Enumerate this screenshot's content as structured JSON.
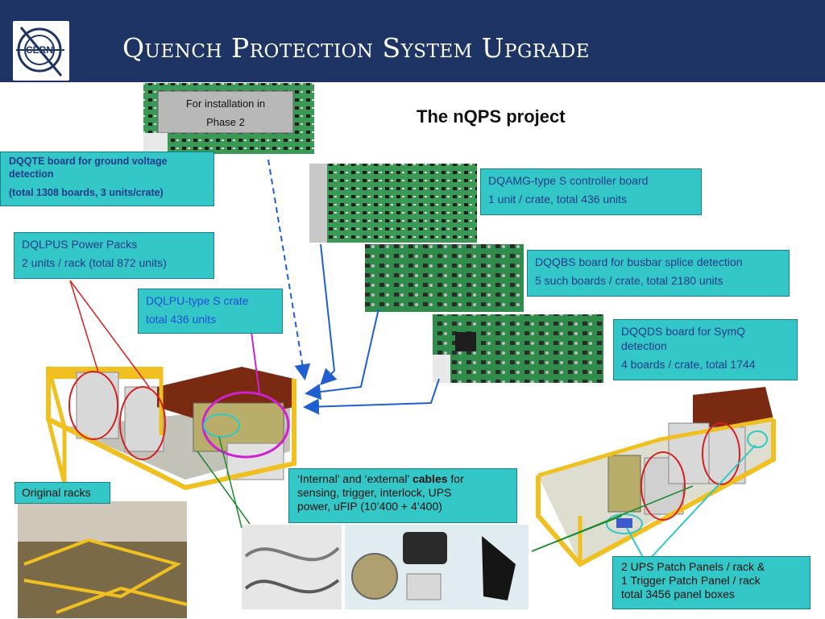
{
  "header": {
    "title": "Quench Protection System Upgrade",
    "logo_text": "CERN",
    "bg_color": "#1d3464"
  },
  "project_title": "The nQPS project",
  "phase_card": {
    "line1": "For installation in",
    "line2": "Phase 2"
  },
  "boxes": {
    "dqqte": {
      "line1": "DQQTE board for ground voltage",
      "line2": "detection",
      "line3": "(total 1308 boards, 3 units/crate)"
    },
    "dqlpus": {
      "line1": "DQLPUS Power Packs",
      "line2": "2 units / rack (total 872 units)"
    },
    "dqlpu": {
      "line1": "DQLPU-type S crate",
      "line2": "total  436 units"
    },
    "dqamg": {
      "line1": "DQAMG-type S controller board",
      "line2": "1 unit / crate,  total 436 units"
    },
    "dqqbs": {
      "line1": "DQQBS board for busbar splice detection",
      "line2": "5 such boards / crate, total 2180 units"
    },
    "dqqds": {
      "line1": "DQQDS board for SymQ",
      "line2": "detection",
      "line3": "4 boards / crate, total 1744"
    },
    "cables": {
      "line1_a": "‘Internal’ and ‘external’ ",
      "line1_b": "cables",
      "line1_c": " for",
      "line2": "sensing, trigger, interlock, UPS",
      "line3": "power, uFIP     (10’400 + 4’400)"
    },
    "ups": {
      "line1": "2 UPS Patch Panels / rack &",
      "line2": "1 Trigger Patch Panel / rack",
      "line3": "total 3456 panel boxes"
    },
    "original_racks": "Original racks"
  },
  "colors": {
    "box_fill": "#33c7c7",
    "box_border": "#1c7f8e",
    "arrow_blue": "#1f5fd0",
    "pointer_red": "#d42020",
    "pointer_green": "#1a8a2a",
    "pointer_magenta": "#d020d0",
    "pcb_green": "#3a9a55",
    "rack_yellow": "#f0c020"
  },
  "icons": [
    "cern-logo-icon"
  ]
}
